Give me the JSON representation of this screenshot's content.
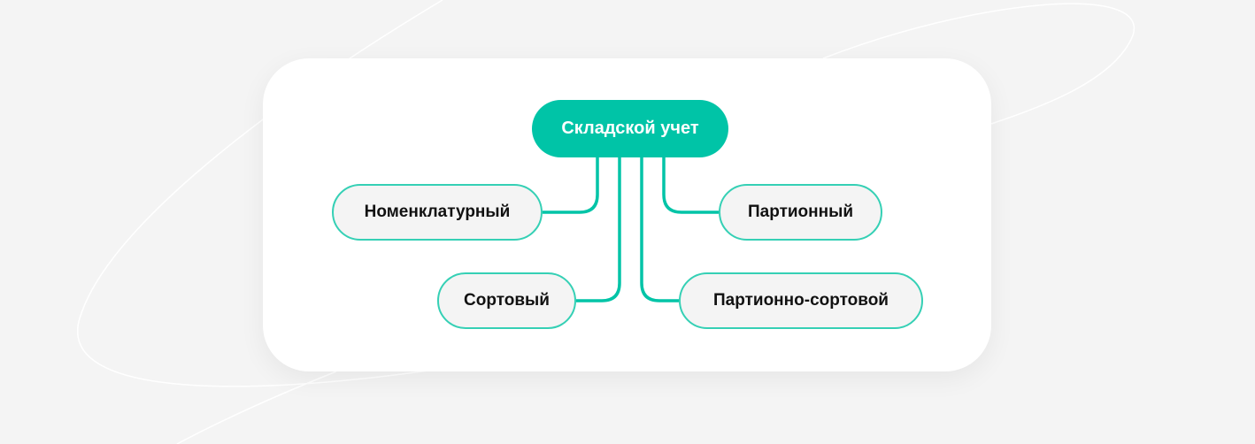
{
  "colors": {
    "accent": "#00c4a7",
    "leaf_border": "#35d0b5",
    "leaf_fill": "#f4f4f4",
    "background": "#f4f4f4"
  },
  "diagram": {
    "root": "Складской учет",
    "children": [
      "Номенклатурный",
      "Партионный",
      "Сортовый",
      "Партионно-сортовой"
    ]
  }
}
